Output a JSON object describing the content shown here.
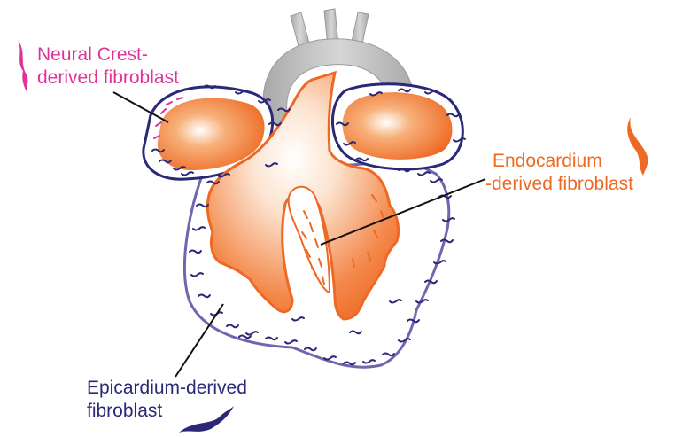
{
  "labels": {
    "neural_crest_line1": "Neural Crest-",
    "neural_crest_line2": "derived fibroblast",
    "endocardium_line1": "Endocardium",
    "endocardium_line2": "-derived fibroblast",
    "epicardium_line1": "Epicardium-derived",
    "epicardium_line2": "fibroblast"
  },
  "colors": {
    "neural_crest": "#e0339a",
    "endocardium": "#ee6a24",
    "epicardium": "#2b2878",
    "epicardium_outline": "#6f66b0",
    "vessels": "#bcbcbc",
    "leader_line": "#111111"
  },
  "icons": [
    "neural-crest-fibroblast-icon",
    "endocardium-fibroblast-icon",
    "epicardium-fibroblast-icon"
  ]
}
